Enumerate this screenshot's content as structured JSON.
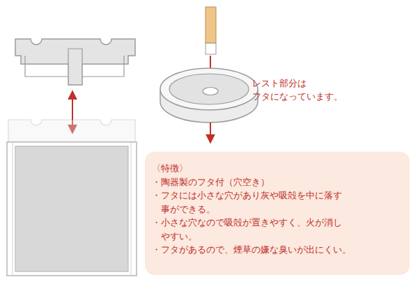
{
  "diagram": {
    "nodes": [
      {
        "text": [
          "〈特徴〉",
          "・陶器製のフタ付（穴空き）",
          "・フタには小さな穴があり灰や吸殻を中に落す 事ができる。",
          "・小さな穴なので吸殻が置きやすく、火が消し やすい。",
          "・フタがあるので、煙草の嫌な臭いが出にくい。"
        ]
      }
    ],
    "labels": [
      "レスト部分は フタになっています。"
    ]
  }
}
